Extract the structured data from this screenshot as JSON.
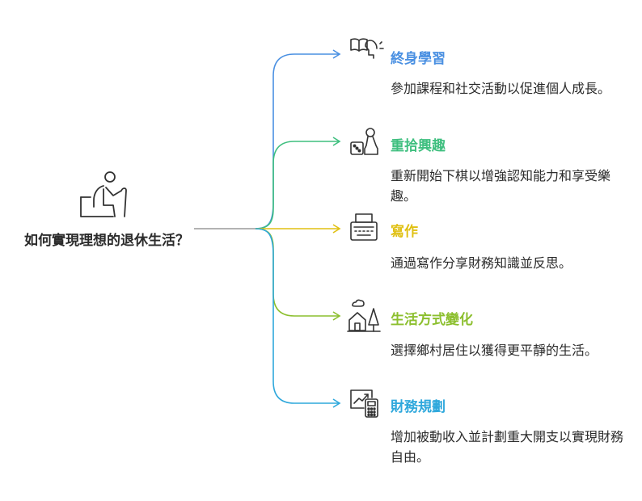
{
  "root": {
    "label": "如何實現理想的退休生活？",
    "icon": "elderly-person-with-cane-icon"
  },
  "branches": [
    {
      "title": "終身學習",
      "description": "參加課程和社交活動以促進個人成長。",
      "color": "#4a90e2",
      "icon": "book-and-head-icon"
    },
    {
      "title": "重拾興趣",
      "description": "重新開始下棋以增強認知能力和享受樂趣。",
      "color": "#3fbf7f",
      "icon": "dice-and-chess-pawn-icon"
    },
    {
      "title": "寫作",
      "description": "通過寫作分享財務知識並反思。",
      "color": "#e0c012",
      "icon": "typewriter-icon"
    },
    {
      "title": "生活方式變化",
      "description": "選擇鄉村居住以獲得更平靜的生活。",
      "color": "#8cbf2e",
      "icon": "house-and-tree-icon"
    },
    {
      "title": "財務規劃",
      "description": "增加被動收入並計劃重大開支以實現財務自由。",
      "color": "#2fa8dc",
      "icon": "chart-and-calculator-icon"
    }
  ]
}
